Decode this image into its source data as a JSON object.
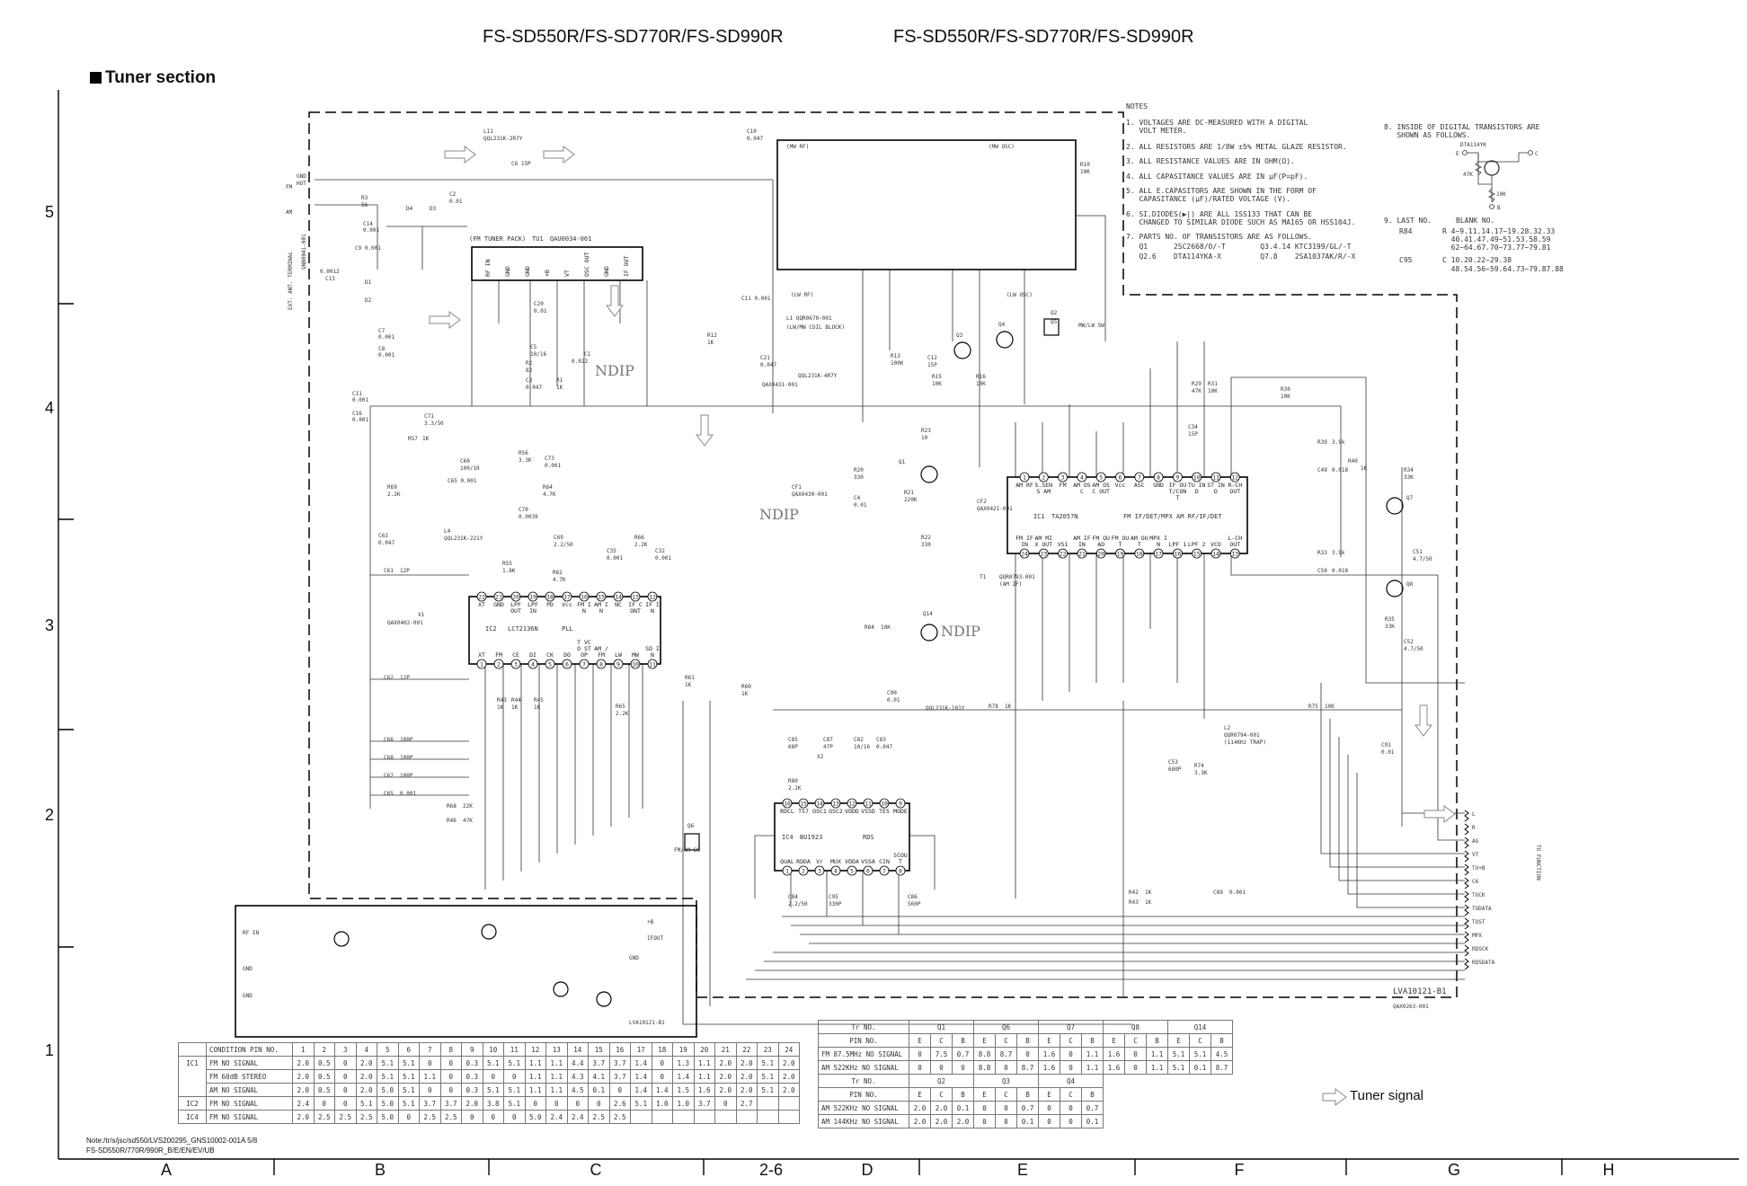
{
  "header": {
    "title_left": "FS-SD550R/FS-SD770R/FS-SD990R",
    "title_right": "FS-SD550R/FS-SD770R/FS-SD990R",
    "section": "Tuner section"
  },
  "grid": {
    "rows": [
      "5",
      "4",
      "3",
      "2",
      "1"
    ],
    "cols": [
      "A",
      "B",
      "C",
      "D",
      "E",
      "F",
      "G",
      "H"
    ],
    "page": "2-6"
  },
  "notes": {
    "heading": "NOTES",
    "lines": [
      "1. VOLTAGES ARE DC-MEASURED WITH A DIGITAL",
      "   VOLT METER.",
      "2. ALL RESISTORS ARE 1/8W ±5% METAL GLAZE RESISTOR.",
      "3. ALL RESISTANCE VALUES ARE IN OHM(Ω).",
      "4. ALL CAPASITANCE VALUES ARE IN μF(P=pF).",
      "5. ALL E.CAPASITORS ARE SHOWN IN THE FORM OF",
      "   CAPASITANCE (μF)/RATED VOLTAGE (V).",
      "6. SI.DIODES(▶|) ARE ALL 1SS133 THAT CAN BE",
      "   CHANGED TO SIMILAR DIODE SUCH AS MA165 OR HSS104J.",
      "7. PARTS NO. OF TRANSISTORS ARE AS FOLLOWS.",
      "   Q1      2SC2668/O/-T        Q3.4.14 KTC3199/GL/-T",
      "   Q2.6    DTA114YKA-X         Q7.8    2SA1037AK/R/-X"
    ],
    "note8": [
      "8. INSIDE OF DIGITAL TRANSISTORS ARE",
      "   SHOWN AS FOLLOWS."
    ],
    "digital_tr": {
      "name": "DTA114YK",
      "e": "E",
      "c": "C",
      "b": "B",
      "r1": "47K",
      "r2": "10K"
    },
    "note9": {
      "title": "9. LAST NO.",
      "blank": "BLANK NO.",
      "r_last": "R84",
      "r_lines": [
        "R 4~9.11.14.17~19.28.32.33",
        "  40.41.47.49~51.53.58.59",
        "  62~64.67.70~73.77~79.81"
      ],
      "c_last": "C95",
      "c_lines": [
        "C 10.20.22~29.38",
        "  48.54.56~59.64.73~79.87.88"
      ]
    }
  },
  "ics": {
    "tu1": {
      "title": "(FM TUNER PACK)",
      "ref": "TU1",
      "part": "QAU0034-001",
      "pins": [
        "RF IN",
        "GND",
        "GND",
        "+B",
        "VT",
        "OSC OUT",
        "GND",
        "IF OUT"
      ]
    },
    "ic1": {
      "ref": "IC1",
      "part": "TA2057N",
      "function": "FM IF/DET/MPX  AM RF/IF/DET",
      "top_pins": [
        {
          "n": "1",
          "l": "AM RF"
        },
        {
          "n": "2",
          "l": "S.SENS AM"
        },
        {
          "n": "3",
          "l": "FM"
        },
        {
          "n": "4",
          "l": "AM OSC"
        },
        {
          "n": "5",
          "l": "AM OSC OUT"
        },
        {
          "n": "6",
          "l": "Vcc"
        },
        {
          "n": "7",
          "l": "ASC"
        },
        {
          "n": "8",
          "l": "GND"
        },
        {
          "n": "9",
          "l": "IF OUT/CONT"
        },
        {
          "n": "10",
          "l": "TU IND"
        },
        {
          "n": "11",
          "l": "ST IND"
        },
        {
          "n": "12",
          "l": "R-CH OUT"
        }
      ],
      "bottom_pins": [
        {
          "n": "24",
          "l": "FM IF IN"
        },
        {
          "n": "23",
          "l": "AM MIX OUT"
        },
        {
          "n": "22",
          "l": "VS1"
        },
        {
          "n": "21",
          "l": "AM IF IN"
        },
        {
          "n": "20",
          "l": "FM QUAD"
        },
        {
          "n": "19",
          "l": "FM OUT"
        },
        {
          "n": "18",
          "l": "AM OUT"
        },
        {
          "n": "17",
          "l": "MPX IN"
        },
        {
          "n": "16",
          "l": "LPF 1"
        },
        {
          "n": "15",
          "l": "LPF 2"
        },
        {
          "n": "14",
          "l": "VCO"
        },
        {
          "n": "13",
          "l": "L-CH OUT"
        }
      ]
    },
    "ic2": {
      "ref": "IC2",
      "part": "LC72136N",
      "function": "PLL",
      "top_pins": [
        {
          "n": "22",
          "l": "XT"
        },
        {
          "n": "21",
          "l": "GND"
        },
        {
          "n": "20",
          "l": "LPF OUT"
        },
        {
          "n": "19",
          "l": "LPF IN"
        },
        {
          "n": "18",
          "l": "PD"
        },
        {
          "n": "17",
          "l": "Vcc"
        },
        {
          "n": "16",
          "l": "FM IN"
        },
        {
          "n": "15",
          "l": "AM IN"
        },
        {
          "n": "14",
          "l": "NC"
        },
        {
          "n": "13",
          "l": "IF CONT"
        },
        {
          "n": "12",
          "l": "IF IN"
        }
      ],
      "bottom_pins": [
        {
          "n": "1",
          "l": "XT"
        },
        {
          "n": "2",
          "l": "FM"
        },
        {
          "n": "3",
          "l": "CE"
        },
        {
          "n": "4",
          "l": "DI"
        },
        {
          "n": "5",
          "l": "CK"
        },
        {
          "n": "6",
          "l": "DO"
        },
        {
          "n": "7",
          "l": "FM ST VCO STOP"
        },
        {
          "n": "8",
          "l": "AM /FM"
        },
        {
          "n": "9",
          "l": "LW"
        },
        {
          "n": "10",
          "l": "MW"
        },
        {
          "n": "11",
          "l": "SD IN"
        }
      ]
    },
    "ic4": {
      "ref": "IC4",
      "part": "BU1923",
      "function": "RDS",
      "top_pins": [
        {
          "n": "16",
          "l": "RDCL"
        },
        {
          "n": "15",
          "l": "T57"
        },
        {
          "n": "14",
          "l": "OSC1"
        },
        {
          "n": "13",
          "l": "OSC2"
        },
        {
          "n": "12",
          "l": "VDDD"
        },
        {
          "n": "11",
          "l": "VSSD"
        },
        {
          "n": "10",
          "l": "TES"
        },
        {
          "n": "9",
          "l": "MODE"
        }
      ],
      "bottom_pins": [
        {
          "n": "1",
          "l": "QUAL"
        },
        {
          "n": "2",
          "l": "RDDA"
        },
        {
          "n": "3",
          "l": "Vr"
        },
        {
          "n": "4",
          "l": "MUX"
        },
        {
          "n": "5",
          "l": "VDDA"
        },
        {
          "n": "6",
          "l": "VSSA"
        },
        {
          "n": "7",
          "l": "CIN"
        },
        {
          "n": "8",
          "l": "SCOUT"
        }
      ]
    }
  },
  "components": [
    "L11",
    "QQL231K-2R7Y",
    "C6 15P",
    "C2",
    "0.01",
    "R3",
    "56",
    "D4",
    "D3",
    "C14",
    "0.001",
    "C9 0.001",
    "0.0012",
    "C13",
    "D1",
    "D2",
    "C7",
    "0.001",
    "C8",
    "0.001",
    "C11",
    "0.001",
    "C16",
    "0.001",
    "C10",
    "0.047",
    "C11 0.001",
    "L1  QQR0670-001",
    "(LW/MW COIL BLOCK)",
    "R12",
    "1K",
    "C21",
    "0.047",
    "R13",
    "100K",
    "C12",
    "15P",
    "Q3",
    "Q4",
    "Q2",
    "R10",
    "10K",
    "R15",
    "10K",
    "R16",
    "10K",
    "R23",
    "10",
    "R20",
    "330",
    "C4",
    "0.01",
    "CF1",
    "QAX0430-001",
    "Q1",
    "R21",
    "220K",
    "R22",
    "330",
    "CF2",
    "QAX0421-001",
    "T1",
    "QQR0793-001",
    "(AM IF)",
    "Q14",
    "R84",
    "10K",
    "C90",
    "0.01",
    "R78",
    "1K",
    "R75",
    "10K",
    "L2",
    "QQR0794-001",
    "(114KHz TRAP)",
    "C53",
    "680P",
    "R74",
    "3.3K",
    "C91",
    "0.01",
    "R42",
    "1K",
    "R43",
    "1K",
    "C89",
    "0.001",
    "Q7",
    "Q8",
    "R34",
    "33K",
    "R35",
    "33K",
    "C51",
    "4.7/50",
    "C52",
    "4.7/50",
    "R33",
    "3.9k",
    "C50",
    "0.018",
    "C49",
    "0.018",
    "R39",
    "3.9k",
    "R40",
    "1K",
    "R30",
    "10K",
    "R31",
    "10K",
    "R29",
    "47K",
    "C34",
    "15P",
    "Q6",
    "FM/AM SW",
    "Q5",
    "MW/LW SW",
    "X1",
    "QAX0402-001",
    "C61",
    "12P",
    "C62",
    "12P",
    "C66",
    "100P",
    "C68",
    "100P",
    "C67",
    "100P",
    "C65",
    "0.001",
    "R68",
    "22K",
    "R46",
    "47K",
    "R43",
    "R44",
    "R45",
    "1K",
    "1K",
    "1K",
    "R61",
    "1K",
    "R60",
    "1K",
    "R65",
    "2.2K",
    "C35",
    "0.001",
    "R66",
    "2.2K",
    "C32",
    "0.001",
    "R55",
    "1.8K",
    "R62",
    "4.7K",
    "C69",
    "2.2/50",
    "C70",
    "0.0039",
    "R56",
    "3.3K",
    "C73",
    "0.001",
    "R64",
    "4.7K",
    "C60",
    "100/10",
    "C65 0.001",
    "R57",
    "1K",
    "R69",
    "2.2K",
    "C63",
    "0.047",
    "C71",
    "3.3/50",
    "L4",
    "QQL231K-221Y",
    "R2",
    "82",
    "C3",
    "0.047",
    "R1",
    "1K",
    "C1",
    "0.022",
    "C20",
    "0.01",
    "C5",
    "10/16",
    "X2",
    "R80",
    "2.2K",
    "C85",
    "68P",
    "C87",
    "47P",
    "C82",
    "10/16",
    "C83",
    "0.047",
    "C84",
    "2.2/50",
    "C95",
    "330P",
    "C86",
    "560P",
    "EXT. ANT. TERMINAL",
    "QNB0041-001",
    "FM",
    "AM",
    "GND",
    "HOT",
    "(MW RF)",
    "(MW OSC)",
    "(LW RF)",
    "(LW OSC)",
    "QAX0431-001",
    "QQL231K-101Y",
    "QQL231K-4R7Y",
    "RF IN",
    "GND",
    "GND",
    "+B",
    "IFOUT",
    "GND",
    "LVA10121-B1",
    "QAX0263-001"
  ],
  "watermark": [
    "NDIP",
    "NDIP",
    "NDIP"
  ],
  "connector": {
    "title": "TO FUNCTION",
    "signals": [
      "L",
      "R",
      "AG",
      "VT",
      "TU+B",
      "C6",
      "TUCK",
      "TUDATA",
      "TUST",
      "MPX",
      "RDSCK",
      "RDSDATA"
    ]
  },
  "legend": {
    "label": "Tuner signal"
  },
  "drawing_no": "LVA10121-B1",
  "ic_table": {
    "header": [
      "CONDITION PIN NO.",
      "1",
      "2",
      "3",
      "4",
      "5",
      "6",
      "7",
      "8",
      "9",
      "10",
      "11",
      "12",
      "13",
      "14",
      "15",
      "16",
      "17",
      "18",
      "19",
      "20",
      "21",
      "22",
      "23",
      "24"
    ],
    "rows": [
      {
        "ic": "IC1",
        "cond": "FM NO SIGNAL",
        "v": [
          "2.0",
          "0.5",
          "0",
          "2.0",
          "5.1",
          "5.1",
          "0",
          "0",
          "0.3",
          "5.1",
          "5.1",
          "1.1",
          "1.1",
          "4.4",
          "3.7",
          "3.7",
          "1.4",
          "0",
          "1.3",
          "1.1",
          "2.0",
          "2.0",
          "5.1",
          "2.0"
        ]
      },
      {
        "ic": "",
        "cond": "FM 60dB STEREO",
        "v": [
          "2.0",
          "0.5",
          "0",
          "2.0",
          "5.1",
          "5.1",
          "1.1",
          "0",
          "0.3",
          "0",
          "0",
          "1.1",
          "1.1",
          "4.3",
          "4.1",
          "3.7",
          "1.4",
          "0",
          "1.4",
          "1.1",
          "2.0",
          "2.0",
          "5.1",
          "2.0"
        ]
      },
      {
        "ic": "",
        "cond": "AM NO SIGNAL",
        "v": [
          "2.0",
          "0.5",
          "0",
          "2.0",
          "5.0",
          "5.1",
          "0",
          "0",
          "0.3",
          "5.1",
          "5.1",
          "1.1",
          "1.1",
          "4.5",
          "0.1",
          "0",
          "1.4",
          "1.4",
          "1.5",
          "1.6",
          "2.0",
          "2.0",
          "5.1",
          "2.0"
        ]
      },
      {
        "ic": "IC2",
        "cond": "FM NO SIGNAL",
        "v": [
          "2.4",
          "0",
          "0",
          "5.1",
          "5.0",
          "5.1",
          "3.7",
          "3.7",
          "2.0",
          "3.8",
          "5.1",
          "0",
          "0",
          "0",
          "0",
          "2.6",
          "5.1",
          "1.0",
          "1.0",
          "3.7",
          "0",
          "2.7",
          "",
          ""
        ]
      },
      {
        "ic": "IC4",
        "cond": "FM NO SIGNAL",
        "v": [
          "2.0",
          "2.5",
          "2.5",
          "2.5",
          "5.0",
          "0",
          "2.5",
          "2.5",
          "0",
          "0",
          "0",
          "5.0",
          "2.4",
          "2.4",
          "2.5",
          "2.5",
          "",
          "",
          "",
          "",
          "",
          "",
          "",
          ""
        ]
      }
    ]
  },
  "tr_table": {
    "groups": [
      {
        "label": "Tr NO.",
        "trs": [
          "Q1",
          "Q6",
          "Q7",
          "Q8",
          "Q14"
        ],
        "pins": [
          "E",
          "C",
          "B"
        ],
        "rows": [
          {
            "cond": "FM 87.5MHz NO SIGNAL",
            "v": [
              "0",
              "7.5",
              "0.7",
              "8.8",
              "8.7",
              "0",
              "1.6",
              "0",
              "1.1",
              "1.6",
              "0",
              "1.1",
              "5.1",
              "5.1",
              "4.5"
            ]
          },
          {
            "cond": "AM 522KHz NO SIGNAL",
            "v": [
              "0",
              "0",
              "0",
              "8.8",
              "0",
              "8.7",
              "1.6",
              "0",
              "1.1",
              "1.6",
              "0",
              "1.1",
              "5.1",
              "0.1",
              "8.7"
            ]
          }
        ]
      },
      {
        "label": "Tr NO.",
        "trs": [
          "Q2",
          "Q3",
          "Q4"
        ],
        "pins": [
          "E",
          "C",
          "B"
        ],
        "rows": [
          {
            "cond": "AM 522KHz NO SIGNAL",
            "v": [
              "2.0",
              "2.0",
              "0.1",
              "0",
              "0",
              "0.7",
              "0",
              "0",
              "0.7"
            ]
          },
          {
            "cond": "AM 144KHz NO SIGNAL",
            "v": [
              "2.0",
              "2.0",
              "2.0",
              "0",
              "0",
              "0.1",
              "0",
              "0",
              "0.1"
            ]
          }
        ]
      }
    ],
    "pin_label": "PIN NO."
  },
  "footnote": [
    "Note:/tr/s/jsc/sd550/LVS200295_GNS10002-001A 5/8",
    "FS-SD550R/770R/990R_B/E/EN/EV/UB"
  ]
}
